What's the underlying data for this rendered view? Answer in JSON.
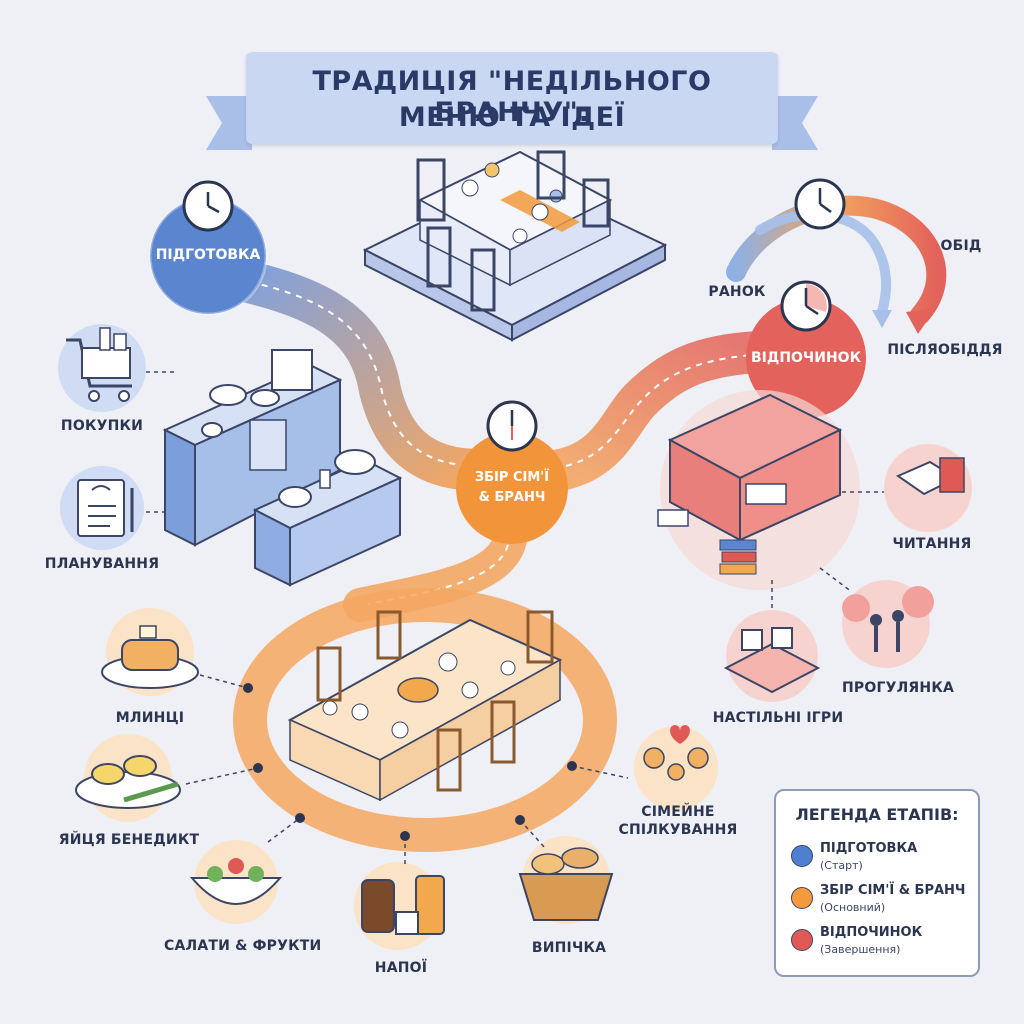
{
  "title": {
    "line1": "ТРАДИЦІЯ \"НЕДІЛЬНОГО БРАНЧУ\":",
    "line2": "МЕНЮ ТА ІДЕЇ"
  },
  "stages": {
    "preparation": "ПІДГОТОВКА",
    "gathering_line1": "ЗБІР СІМ'Ї",
    "gathering_line2": "& БРАНЧ",
    "rest": "ВІДПОЧИНОК"
  },
  "preparation_items": {
    "shopping": "ПОКУПКИ",
    "planning": "ПЛАНУВАННЯ"
  },
  "time_of_day": {
    "morning": "РАНОК",
    "noon": "ОБІД",
    "afternoon": "ПІСЛЯОБІДДЯ"
  },
  "menu_items": {
    "pancakes": "МЛИНЦІ",
    "eggs_benedict": "ЯЙЦЯ БЕНЕДИКТ",
    "salads": "САЛАТИ & ФРУКТИ",
    "drinks": "НАПОЇ",
    "pastry": "ВИПІЧКА",
    "family_talk_line1": "СІМЕЙНЕ",
    "family_talk_line2": "СПІЛКУВАННЯ"
  },
  "rest_items": {
    "reading": "ЧИТАННЯ",
    "walk": "ПРОГУЛЯНКА",
    "board_games": "НАСТІЛЬНІ ІГРИ"
  },
  "legend": {
    "title": "ЛЕГЕНДА ЕТАПІВ:",
    "entries": [
      {
        "name": "ПІДГОТОВКА",
        "sub": "(Старт)",
        "color": "#4f7fd0"
      },
      {
        "name": "ЗБІР СІМ'Ї & БРАНЧ",
        "sub": "(Основний)",
        "color": "#f29a3c"
      },
      {
        "name": "ВІДПОЧИНОК",
        "sub": "(Завершення)",
        "color": "#e05a55"
      }
    ]
  },
  "colors": {
    "blue": "#5b86cf",
    "orange": "#f2953a",
    "red": "#e3625b",
    "background": "#eef0f6"
  }
}
